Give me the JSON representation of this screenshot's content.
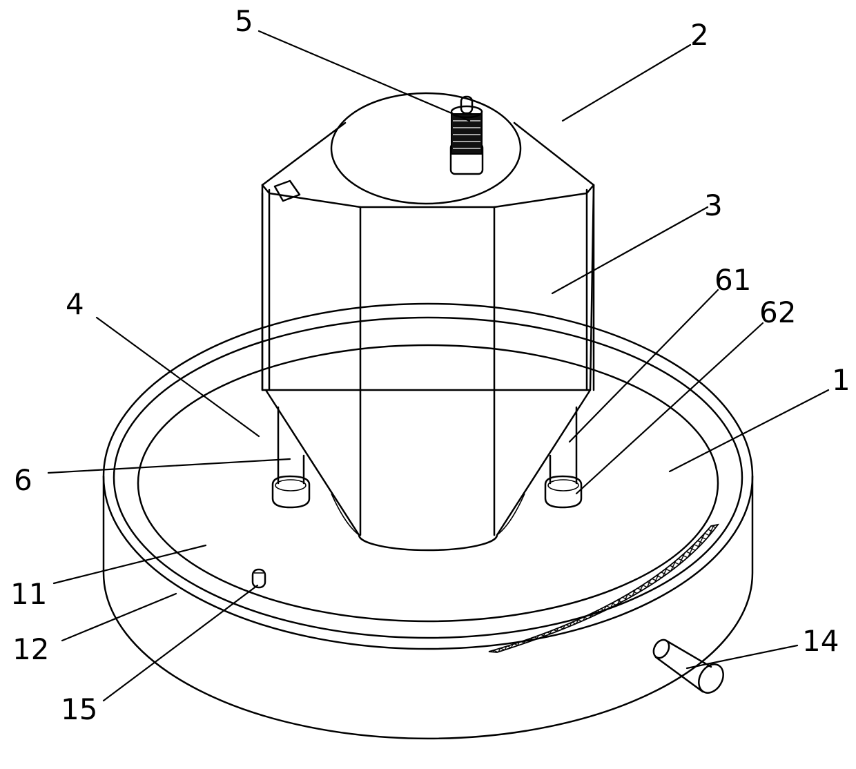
{
  "labels": {
    "l1": "1",
    "l2": "2",
    "l3": "3",
    "l4": "4",
    "l5": "5",
    "l6": "6",
    "l11": "11",
    "l12": "12",
    "l14": "14",
    "l15": "15",
    "l61": "61",
    "l62": "62"
  },
  "colors": {
    "line": "#000000",
    "background": "#ffffff"
  }
}
